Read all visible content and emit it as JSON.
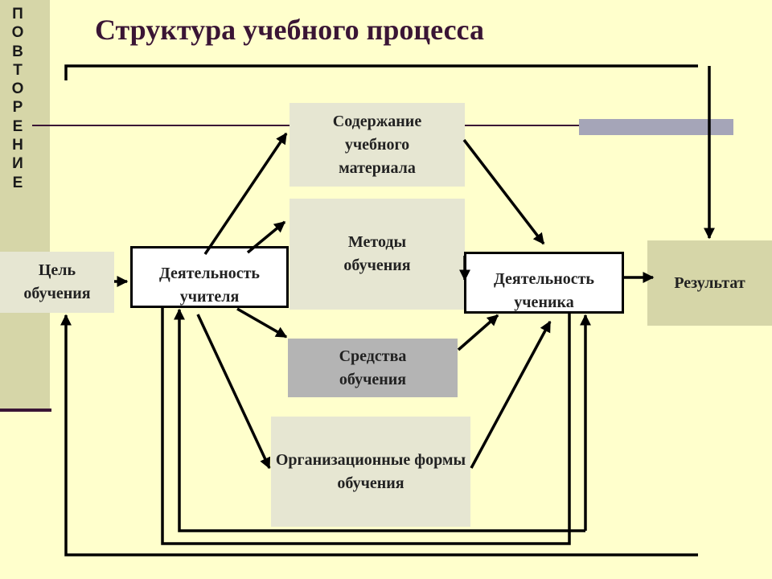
{
  "title": "Структура учебного процесса",
  "sidebar": {
    "letters": [
      "П",
      "О",
      "В",
      "Т",
      "О",
      "Р",
      "Е",
      "Н",
      "И",
      "Е"
    ]
  },
  "nodes": {
    "goal": "Цель обучения",
    "teacher": "Деятельность учителя",
    "content": "Содержание учебного материала",
    "methods": "Методы обучения",
    "means": "Средства обучения",
    "forms": "Организационные формы обучения",
    "student": "Деятельность ученика",
    "result": "Результат"
  }
}
